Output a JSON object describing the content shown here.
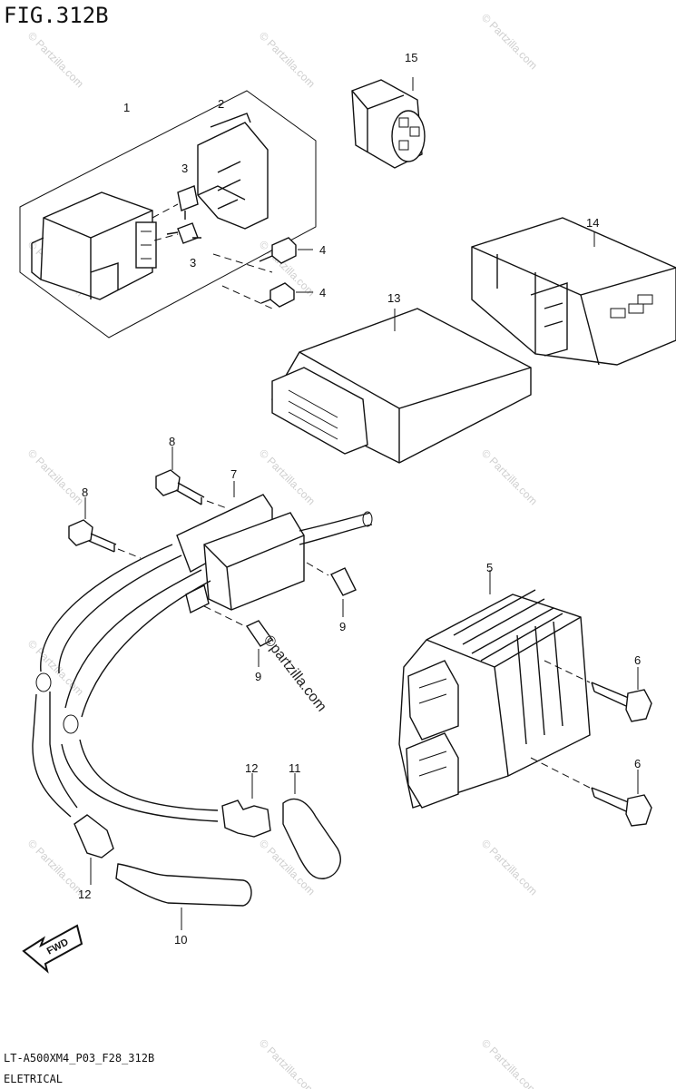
{
  "figure": {
    "title": "FIG.312B",
    "code": "LT-A500XM4_P03_F28_312B",
    "section": "ELETRICAL",
    "fwd_label": "FWD"
  },
  "watermark": {
    "small": "© Partzilla.com",
    "big": "©partzilla.com"
  },
  "callouts": {
    "c1": "1",
    "c2": "2",
    "c3a": "3",
    "c3b": "3",
    "c4a": "4",
    "c4b": "4",
    "c5": "5",
    "c6a": "6",
    "c6b": "6",
    "c7": "7",
    "c8a": "8",
    "c8b": "8",
    "c9a": "9",
    "c9b": "9",
    "c10": "10",
    "c11": "11",
    "c12a": "12",
    "c12b": "12",
    "c13": "13",
    "c14": "14",
    "c15": "15"
  }
}
